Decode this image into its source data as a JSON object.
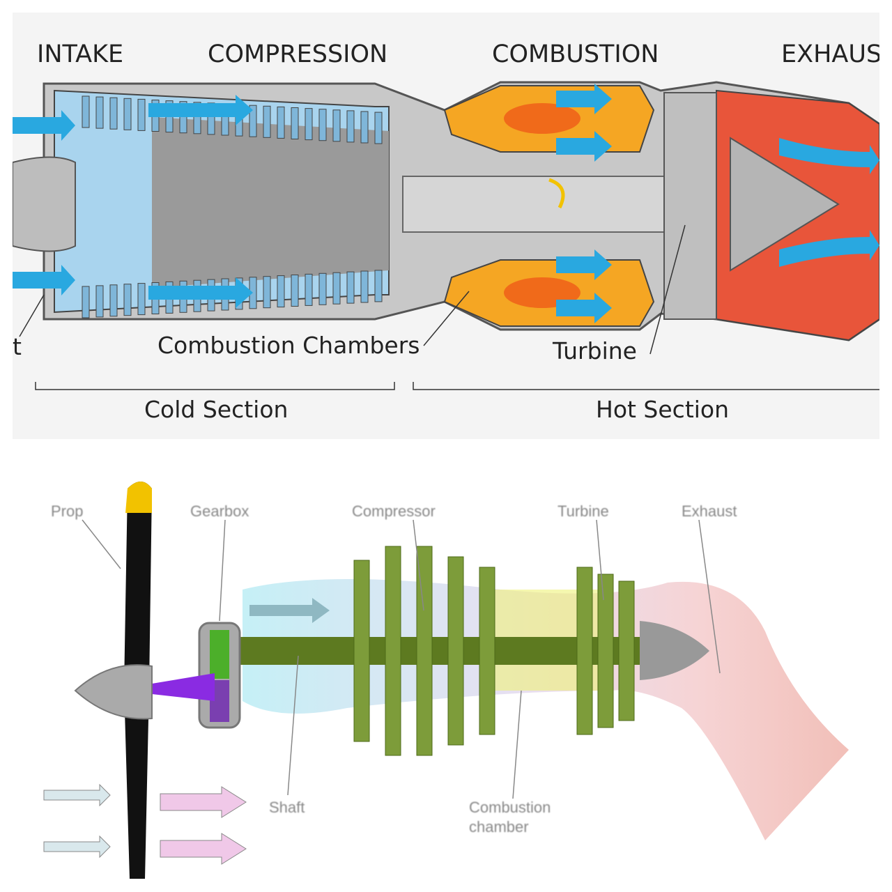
{
  "top_diagram": {
    "stages": [
      "INTAKE",
      "COMPRESSION",
      "COMBUSTION",
      "EXHAUS"
    ],
    "cut_label": "t",
    "callouts": {
      "combustion_chambers": "Combustion Chambers",
      "turbine": "Turbine"
    },
    "sections": {
      "cold": "Cold Section",
      "hot": "Hot Section"
    },
    "colors": {
      "airflow": "#29a8e0",
      "hot": "#e8553a",
      "combustor": "#f5a623",
      "metal": "#b0b0b0"
    }
  },
  "bottom_diagram": {
    "labels": {
      "prop": "Prop",
      "gearbox": "Gearbox",
      "compressor": "Compressor",
      "turbine": "Turbine",
      "exhaust": "Exhaust",
      "shaft": "Shaft",
      "combustion_chamber_line1": "Combustion",
      "combustion_chamber_line2": "chamber"
    },
    "colors": {
      "propeller": "#111111",
      "prop_tip": "#f2c200",
      "compressor": "#6a8f2a",
      "intake_air": "#a8e4ee",
      "exhaust_air": "#f0b8b0"
    }
  }
}
